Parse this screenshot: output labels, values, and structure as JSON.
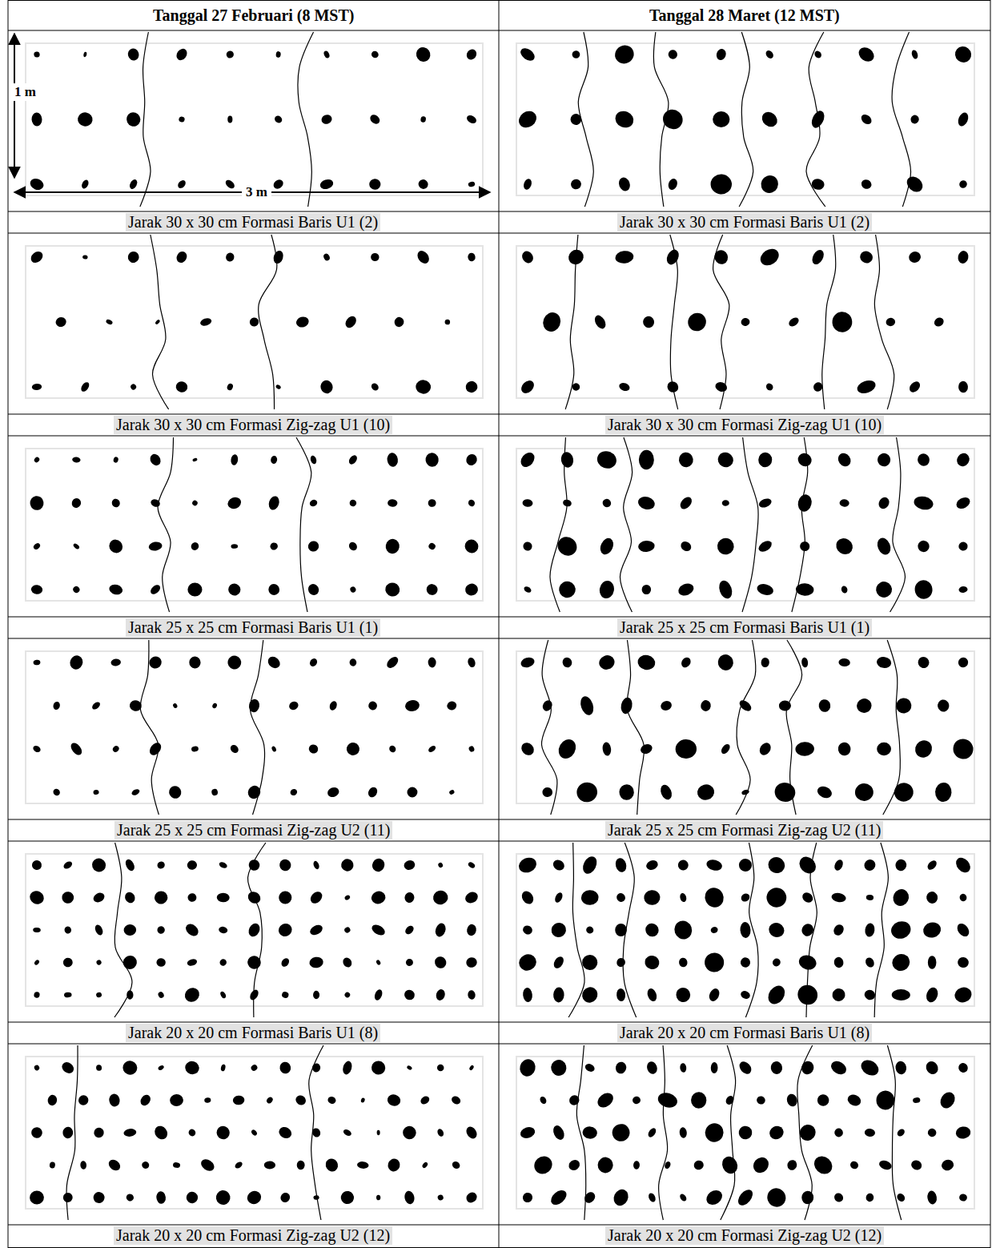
{
  "diagram": {
    "labels": [
      "Tanggal 27 Februari (8 MST)",
      "Tanggal 28 Maret (12 MST)",
      "1 m",
      "3 m",
      "Jarak 30 x 30 cm Formasi Baris U1 (2)",
      "Jarak 30 x 30 cm Formasi Baris U1 (2)",
      "Jarak 30 x 30 cm Formasi Zig-zag U1 (10)",
      "Jarak 30 x 30 cm Formasi Zig-zag U1 (10)",
      "Jarak 25 x 25 cm Formasi Baris U1 (1)",
      "Jarak 25 x 25 cm Formasi Baris U1 (1)",
      "Jarak 25 x 25 cm Formasi Zig-zag U2 (11)",
      "Jarak 25 x 25 cm Formasi Zig-zag U2 (11)",
      "Jarak 20 x 20 cm Formasi Baris U1 (8)",
      "Jarak 20 x 20 cm Formasi Baris U1 (8)",
      "Jarak 20 x 20 cm Formasi Zig-zag U2 (12)",
      "Jarak 20 x 20 cm Formasi Zig-zag U2 (12)"
    ]
  }
}
